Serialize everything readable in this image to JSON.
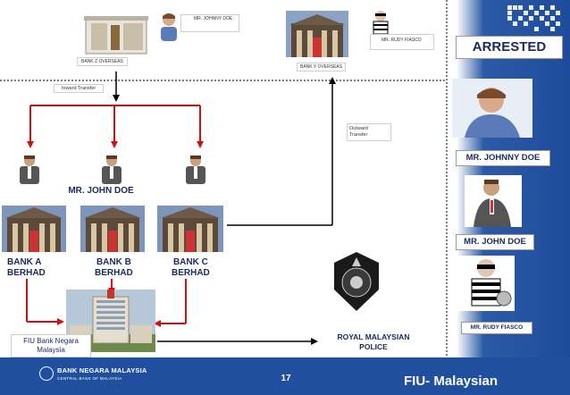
{
  "banks_overseas": {
    "z_label": "BANK Z OVERSEAS",
    "y_label": "BANK Y OVERSEAS",
    "johnny_doe_tag": "MR. JOHNNY DOE",
    "rudy_fiasco_tag": "MR. RUDY FIASCO"
  },
  "flows": {
    "inward": "Inward Transfer",
    "outward_line1": "Outward",
    "outward_line2": "Transfer"
  },
  "john_doe_label": "MR. JOHN DOE",
  "local_banks": [
    {
      "line1": "BANK A",
      "line2": "BERHAD"
    },
    {
      "line1": "BANK B",
      "line2": "BERHAD"
    },
    {
      "line1": "BANK C",
      "line2": "BERHAD"
    }
  ],
  "fiu": {
    "line1": "FIU Bank Negara",
    "line2": "Malaysia"
  },
  "police": {
    "line1": "ROYAL MALAYSIAN",
    "line2": "POLICE"
  },
  "sidebar": {
    "title": "ARRESTED",
    "johnny": "MR. JOHNNY DOE",
    "john": "MR. JOHN DOE",
    "rudy": "MR. RUDY FIASCO"
  },
  "footer": {
    "org_name": "BANK NEGARA MALAYSIA",
    "org_sub": "CENTRAL BANK OF MALAYSIA",
    "page_number": "17",
    "title": "FIU- Malaysian"
  },
  "colors": {
    "navy": "#1a2b5c",
    "red": "#c8102e",
    "footer_blue": "#1f4f9e"
  }
}
